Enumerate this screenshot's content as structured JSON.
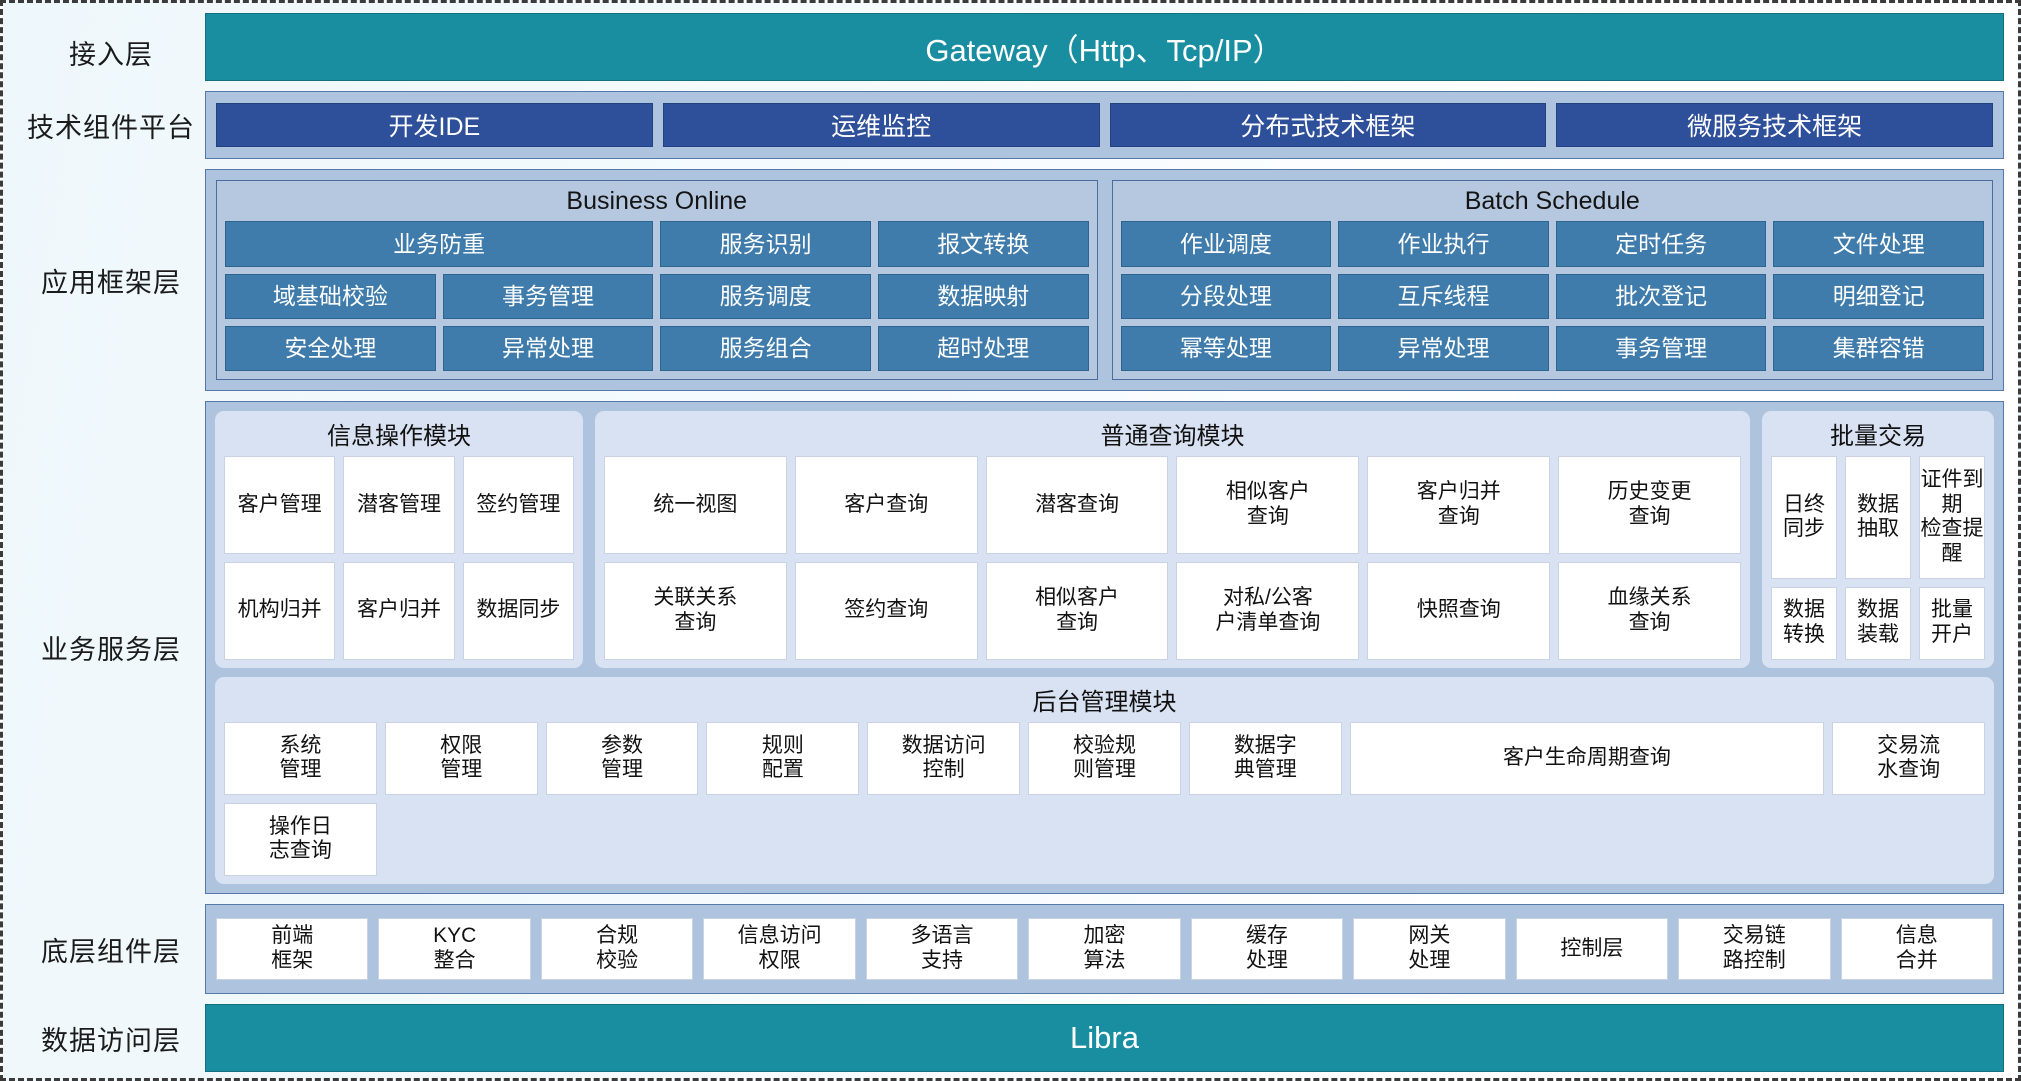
{
  "layers": {
    "access": {
      "label": "接入层",
      "banner": "Gateway（Http、Tcp/IP）"
    },
    "tech": {
      "label": "技术组件平台",
      "items": [
        "开发IDE",
        "运维监控",
        "分布式技术框架",
        "微服务技术框架"
      ]
    },
    "app": {
      "label": "应用框架层",
      "groups": [
        {
          "title": "Business Online",
          "items": [
            "业务防重",
            "服务识别",
            "报文转换",
            "域基础校验",
            "事务管理",
            "服务调度",
            "数据映射",
            "安全处理",
            "异常处理",
            "服务组合",
            "超时处理"
          ]
        },
        {
          "title": "Batch Schedule",
          "items": [
            "作业调度",
            "作业执行",
            "定时任务",
            "文件处理",
            "分段处理",
            "互斥线程",
            "批次登记",
            "明细登记",
            "幂等处理",
            "异常处理",
            "事务管理",
            "集群容错"
          ]
        }
      ]
    },
    "biz": {
      "label": "业务服务层",
      "modules": [
        {
          "title": "信息操作模块",
          "items": [
            "客户管理",
            "潜客管理",
            "签约管理",
            "机构归并",
            "客户归并",
            "数据同步"
          ]
        },
        {
          "title": "普通查询模块",
          "items": [
            "统一视图",
            "客户查询",
            "潜客查询",
            "相似客户\n查询",
            "客户归并\n查询",
            "历史变更\n查询",
            "关联关系\n查询",
            "签约查询",
            "相似客户\n查询",
            "对私/公客\n户清单查询",
            "快照查询",
            "血缘关系\n查询"
          ]
        },
        {
          "title": "批量交易",
          "items": [
            "日终\n同步",
            "数据\n抽取",
            "证件到期\n检查提醒",
            "数据\n转换",
            "数据\n装载",
            "批量\n开户"
          ]
        },
        {
          "title": "后台管理模块",
          "items": [
            "系统\n管理",
            "权限\n管理",
            "参数\n管理",
            "规则\n配置",
            "数据访问\n控制",
            "校验规\n则管理",
            "数据字\n典管理",
            "客户生命周期查询",
            "交易流\n水查询",
            "操作日\n志查询"
          ]
        }
      ]
    },
    "base": {
      "label": "底层组件层",
      "items": [
        "前端\n框架",
        "KYC\n整合",
        "合规\n校验",
        "信息访问\n权限",
        "多语言\n支持",
        "加密\n算法",
        "缓存\n处理",
        "网关\n处理",
        "控制层",
        "交易链\n路控制",
        "信息\n合并"
      ]
    },
    "data": {
      "label": "数据访问层",
      "banner": "Libra"
    }
  },
  "colors": {
    "teal": "#1a8ea1",
    "band": "#aec3dd",
    "navy": "#2e4f9a",
    "cell": "#3f7cab",
    "module": "#d9e2f2"
  }
}
